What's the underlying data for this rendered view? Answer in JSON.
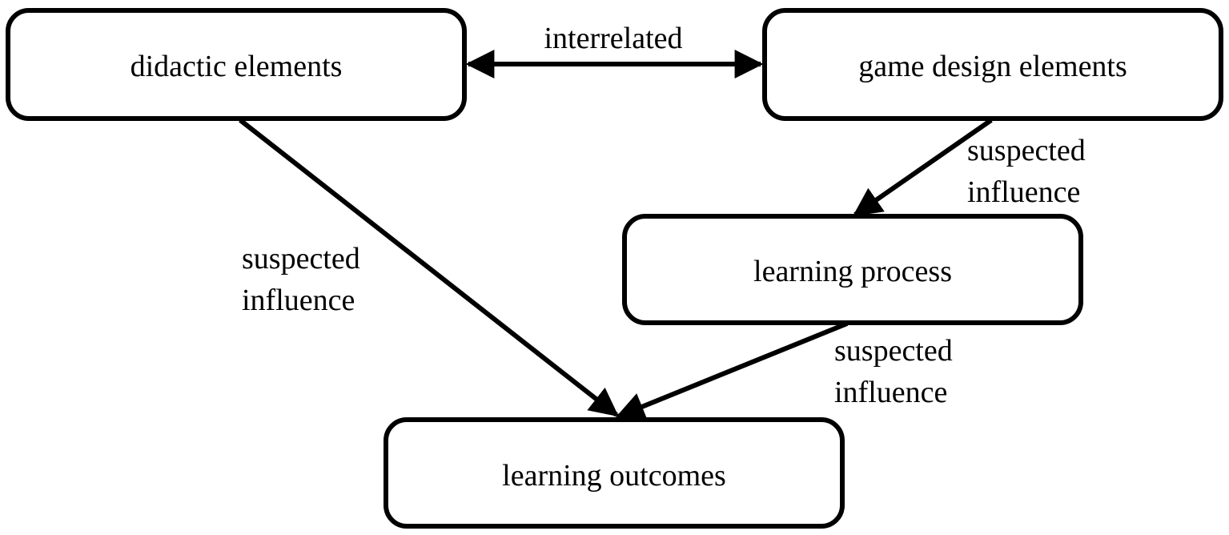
{
  "nodes": {
    "didactic": {
      "label": "didactic elements"
    },
    "game_design": {
      "label": "game design elements"
    },
    "learning_process": {
      "label": "learning process"
    },
    "learning_outcomes": {
      "label": "learning outcomes"
    }
  },
  "edges": {
    "interrelated": {
      "label": "interrelated",
      "direction": "bidirectional"
    },
    "didactic_to_outcomes": {
      "label_line1": "suspected",
      "label_line2": "influence"
    },
    "game_to_process": {
      "label_line1": "suspected",
      "label_line2": "influence"
    },
    "process_to_outcomes": {
      "label_line1": "suspected",
      "label_line2": "influence"
    }
  },
  "colors": {
    "stroke": "#000000",
    "background": "#ffffff"
  }
}
